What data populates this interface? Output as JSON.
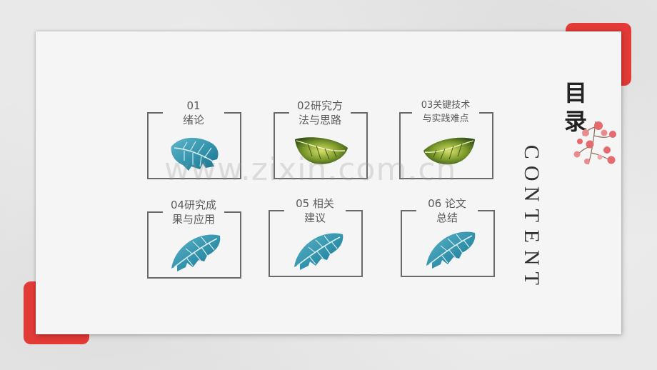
{
  "toc": {
    "items": [
      {
        "lines": [
          "01",
          "绪论"
        ]
      },
      {
        "lines": [
          "02研究方",
          "法与思路"
        ]
      },
      {
        "lines": [
          "03关键技术",
          "与实践难点"
        ]
      },
      {
        "lines": [
          "04研究成",
          "果与应用"
        ]
      },
      {
        "lines": [
          "05 相关",
          "建议"
        ]
      },
      {
        "lines": [
          "06 论文",
          "总结"
        ]
      }
    ]
  },
  "title": {
    "chars": [
      "目",
      "录"
    ]
  },
  "subtitle": {
    "chars": [
      "C",
      "O",
      "N",
      "T",
      "E",
      "N",
      "T"
    ]
  },
  "watermark": "www.zixin.com.cn",
  "colors": {
    "accent_red": "#e23a36",
    "leaf_blue": "#3c9bb3",
    "leaf_green": "#6f8f2a",
    "frame": "#6a6a6a",
    "berry": "#e46a6e"
  },
  "icons": {
    "leaf_blue": "teal-leaf-icon",
    "leaf_green": "green-leaf-icon",
    "berries": "berry-branch-icon"
  }
}
